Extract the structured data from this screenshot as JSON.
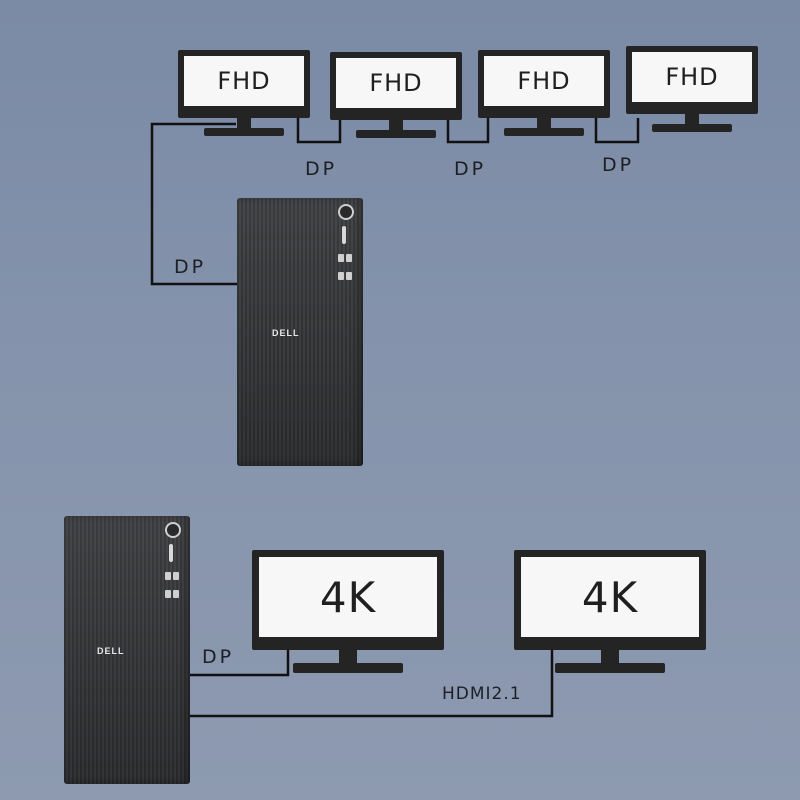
{
  "top_setup": {
    "monitors": [
      {
        "label": "FHD"
      },
      {
        "label": "FHD"
      },
      {
        "label": "FHD"
      },
      {
        "label": "FHD"
      }
    ],
    "daisy_links": [
      {
        "label": "DP"
      },
      {
        "label": "DP"
      },
      {
        "label": "DP"
      }
    ],
    "pc_link": {
      "label": "DP"
    },
    "pc": {
      "brand": "DELL"
    }
  },
  "bottom_setup": {
    "monitors": [
      {
        "label": "4K"
      },
      {
        "label": "4K"
      }
    ],
    "links": [
      {
        "label": "DP"
      },
      {
        "label": "HDMI2.1"
      }
    ],
    "pc": {
      "brand": "DELL"
    }
  },
  "colors": {
    "background": "#8593ac",
    "cable": "#111111",
    "bezel": "#242424",
    "screen": "#f7f7f7"
  }
}
